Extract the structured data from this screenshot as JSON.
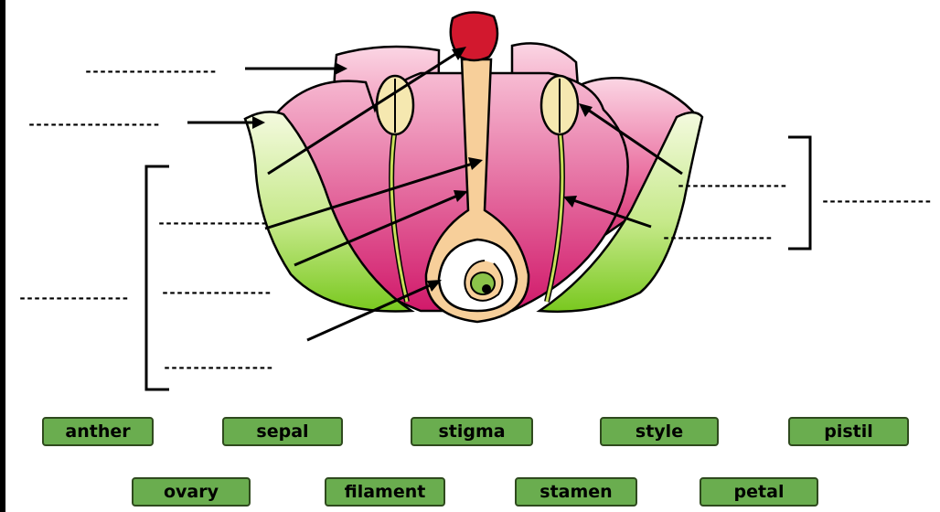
{
  "blank_text": "------------------",
  "blank_text_short": "---------------",
  "word_bank_row1": [
    "anther",
    "sepal",
    "stigma",
    "style",
    "pistil"
  ],
  "word_bank_row2": [
    "ovary",
    "filament",
    "stamen",
    "petal"
  ],
  "colors": {
    "tile": "#6aad4f",
    "tile_border": "#2f4a1e",
    "petal": "#e0437f",
    "sepal": "#8fd13a",
    "pistil": "#f7cf9a",
    "stigma": "#d2182e",
    "anther": "#f5e8b0"
  }
}
